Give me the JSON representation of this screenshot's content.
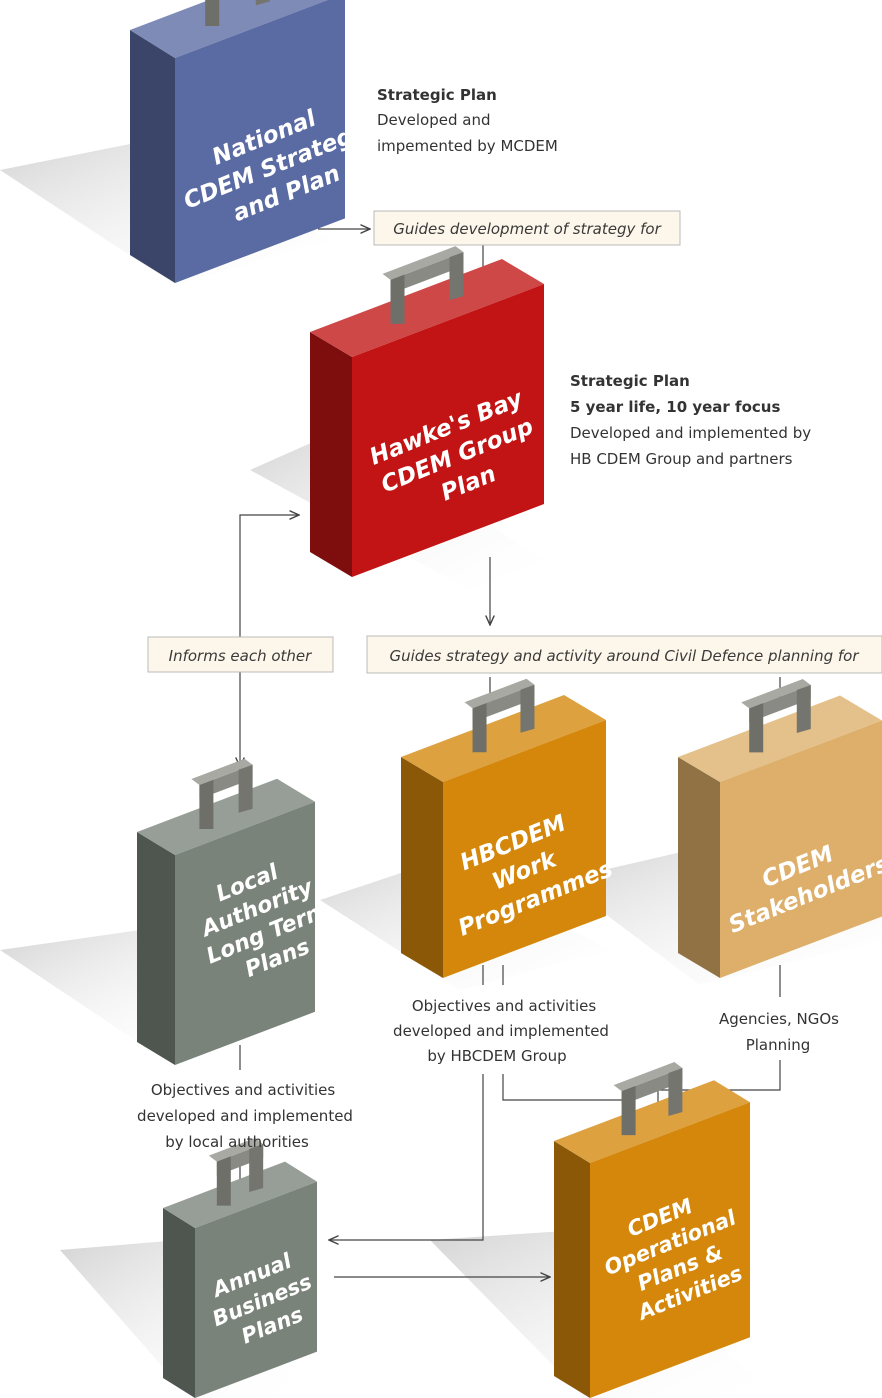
{
  "cases": {
    "national": {
      "lines": [
        "National",
        "CDEM Strategy",
        "and Plan"
      ],
      "color": "#5a6aa2"
    },
    "hb_group": {
      "lines": [
        "Hawke's Bay",
        "CDEM Group",
        "Plan"
      ],
      "color": "#c21414"
    },
    "work_programmes": {
      "lines": [
        "HBCDEM",
        "Work",
        "Programmes"
      ],
      "color": "#d4870a"
    },
    "stakeholders": {
      "lines": [
        "CDEM",
        "Stakeholders"
      ],
      "color": "#ddaf6a"
    },
    "local_authority": {
      "lines": [
        "Local",
        "Authority",
        "Long Term",
        "Plans"
      ],
      "color": "#7a837a"
    },
    "annual_business": {
      "lines": [
        "Annual",
        "Business",
        "Plans"
      ],
      "color": "#7a837a"
    },
    "operational": {
      "lines": [
        "CDEM",
        "Operational",
        "Plans &",
        "Activities"
      ],
      "color": "#d4870a"
    }
  },
  "descriptions": {
    "national": {
      "title": "Strategic Plan",
      "lines": [
        "Developed and",
        "impemented by MCDEM"
      ]
    },
    "hb_group": {
      "title": "Strategic Plan",
      "subtitle": "5 year life, 10 year focus",
      "lines": [
        "Developed and implemented by",
        "HB CDEM Group and partners"
      ]
    },
    "work_programmes": {
      "lines": [
        "Objectives and activities",
        "developed and implemented",
        "by HBCDEM Group"
      ]
    },
    "stakeholders": {
      "lines": [
        "Agencies, NGOs",
        "Planning"
      ]
    },
    "local_authority": {
      "lines": [
        "Objectives and activities",
        "developed and implemented",
        "by local authorities"
      ]
    }
  },
  "guides": {
    "national_to_group": "Guides development of strategy for",
    "informs": "Informs each other",
    "civil_defence": "Guides strategy and activity around Civil Defence planning for"
  }
}
